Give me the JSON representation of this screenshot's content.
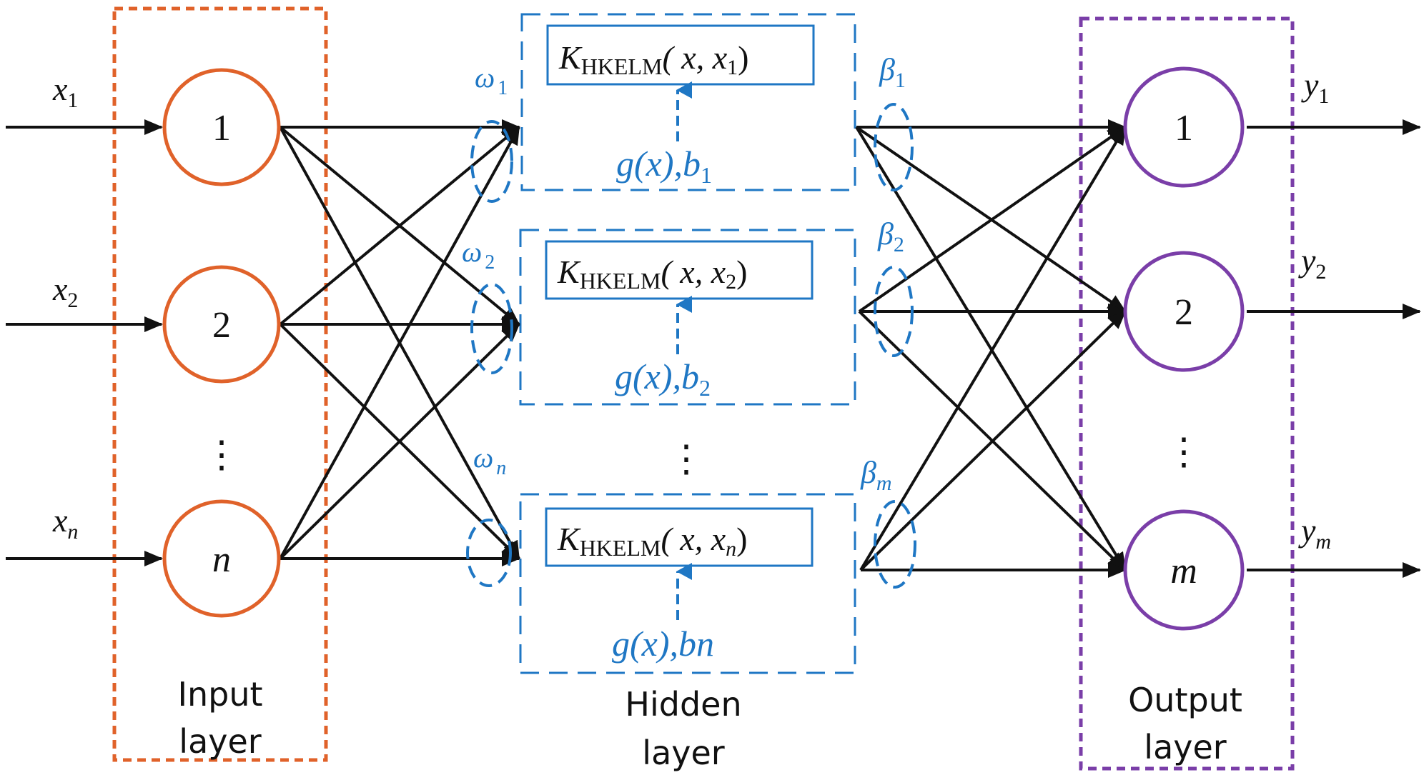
{
  "input_layer": {
    "label_line1": "Input",
    "label_line2": "layer",
    "nodes": [
      {
        "label": "1",
        "input_base": "x",
        "input_sub": "1"
      },
      {
        "label": "2",
        "input_base": "x",
        "input_sub": "2"
      },
      {
        "label": "n",
        "input_base": "x",
        "input_sub": "n"
      }
    ],
    "ellipsis": "⋮"
  },
  "hidden_layer": {
    "label_line1": "Hidden",
    "label_line2": "layer",
    "ellipsis": "⋮",
    "units": [
      {
        "k_letter": "K",
        "k_sub": "HKELM",
        "k_args_open": "( x, x",
        "k_arg_sub": "1",
        "k_args_close": ")",
        "g_text": "g(x),b",
        "g_sub": "1",
        "w_base": "ω",
        "w_sub": "1"
      },
      {
        "k_letter": "K",
        "k_sub": "HKELM",
        "k_args_open": "( x, x",
        "k_arg_sub": "2",
        "k_args_close": ")",
        "g_text": "g(x),b",
        "g_sub": "2",
        "w_base": "ω",
        "w_sub": "2"
      },
      {
        "k_letter": "K",
        "k_sub": "HKELM",
        "k_args_open": "( x, x",
        "k_arg_sub": "n",
        "k_args_close": ")",
        "g_text": "g(x),bn",
        "g_sub": "",
        "w_base": "ω",
        "w_sub": "n"
      }
    ],
    "betas": [
      {
        "base": "β",
        "sub": "1"
      },
      {
        "base": "β",
        "sub": "2"
      },
      {
        "base": "β",
        "sub": "m"
      }
    ]
  },
  "output_layer": {
    "label_line1": "Output",
    "label_line2": "layer",
    "nodes": [
      {
        "label": "1",
        "output_base": "y",
        "output_sub": "1"
      },
      {
        "label": "2",
        "output_base": "y",
        "output_sub": "2"
      },
      {
        "label": "m",
        "output_base": "y",
        "output_sub": "m"
      }
    ],
    "ellipsis": "⋮"
  },
  "colors": {
    "input_box": "#e0622a",
    "output_box": "#7a3ea8",
    "hidden_box": "#1f77c4",
    "arrows": "#111111"
  }
}
